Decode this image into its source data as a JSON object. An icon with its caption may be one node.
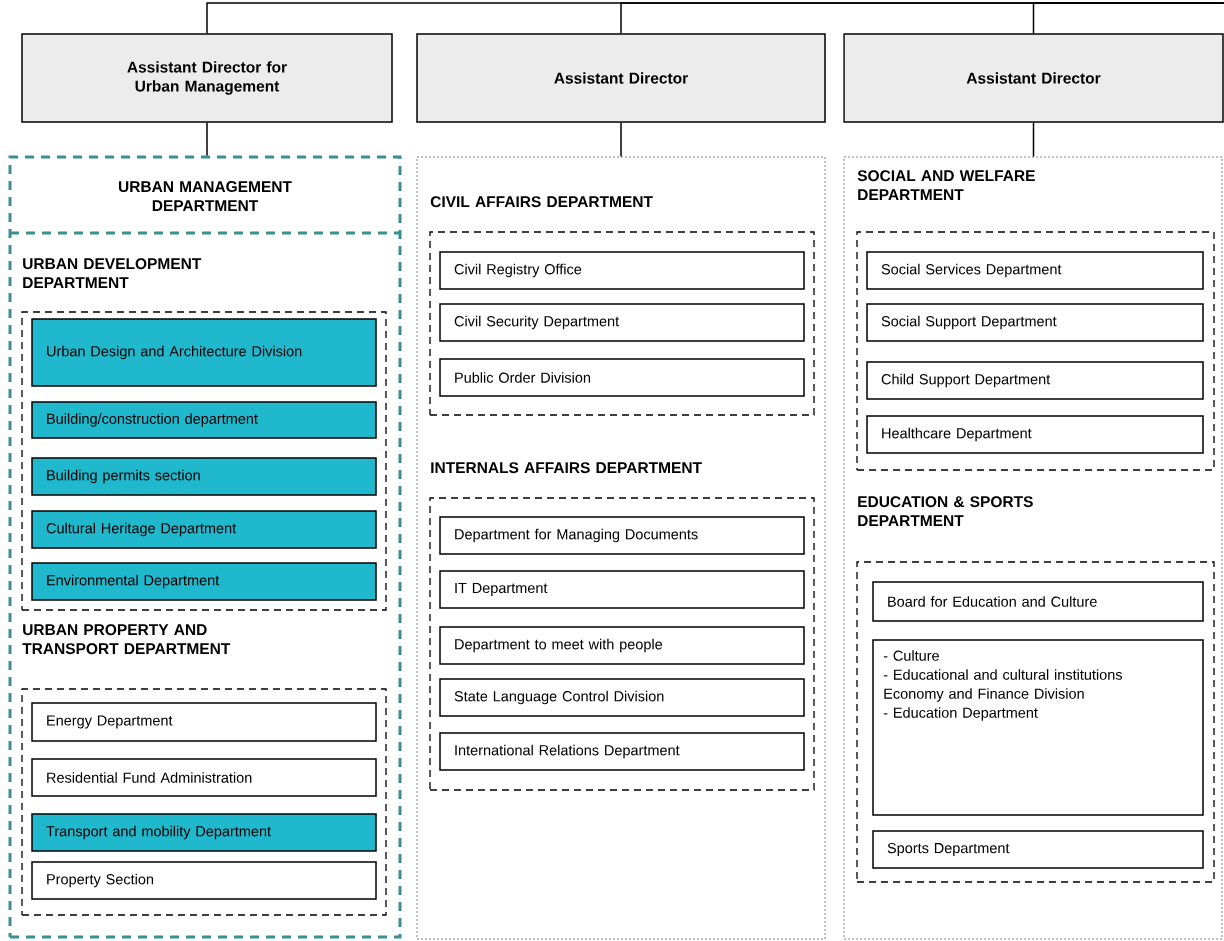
{
  "diagram": {
    "nodes": [
      {
        "text": [
          "Assistant Director for Urban Management"
        ]
      },
      {
        "text": [
          "Assistant Director"
        ]
      },
      {
        "text": [
          "Assistant Director"
        ]
      },
      {
        "text": [
          "URBAN MANAGEMENT DEPARTMENT"
        ]
      },
      {
        "text": [
          "URBAN DEVELOPMENT DEPARTMENT"
        ],
        "in": 3
      },
      {
        "text": [
          "Urban Design and Architecture Division"
        ],
        "in": 4
      },
      {
        "text": [
          "Building/construction department"
        ],
        "in": 4
      },
      {
        "text": [
          "Building permits section"
        ],
        "in": 4
      },
      {
        "text": [
          "Cultural Heritage Department"
        ],
        "in": 4
      },
      {
        "text": [
          "Environmental Department"
        ],
        "in": 4
      },
      {
        "text": [
          "URBAN PROPERTY AND TRANSPORT DEPARTMENT"
        ],
        "in": 3
      },
      {
        "text": [
          "Energy Department"
        ],
        "in": 10
      },
      {
        "text": [
          "Residential Fund Administration"
        ],
        "in": 10
      },
      {
        "text": [
          "Transport and mobility Department"
        ],
        "in": 10
      },
      {
        "text": [
          "Property Section"
        ],
        "in": 10
      },
      {
        "text": [],
        "shape": "box"
      },
      {
        "text": [
          "CIVIL AFFAIRS DEPARTMENT"
        ],
        "in": 15
      },
      {
        "text": [
          "Civil Registry Office"
        ],
        "in": 16
      },
      {
        "text": [
          "Civil Security Department"
        ],
        "in": 16
      },
      {
        "text": [
          "Public Order Division"
        ],
        "in": 16
      },
      {
        "text": [
          "INTERNALS AFFAIRS DEPARTMENT"
        ],
        "in": 15
      },
      {
        "text": [
          "Department for Managing Documents"
        ],
        "in": 20
      },
      {
        "text": [
          "IT Department"
        ],
        "in": 20
      },
      {
        "text": [
          "Department to meet with people"
        ],
        "in": 20
      },
      {
        "text": [
          "State Language Control Division"
        ],
        "in": 20
      },
      {
        "text": [
          "International Relations Department"
        ],
        "in": 20
      },
      {
        "text": [],
        "shape": "box"
      },
      {
        "text": [
          "SOCIAL AND WELFARE DEPARTMENT"
        ],
        "in": 26
      },
      {
        "text": [
          "Social Services Department"
        ],
        "in": 27
      },
      {
        "text": [
          "Social Support Department"
        ],
        "in": 27
      },
      {
        "text": [
          "Child Support Department"
        ],
        "in": 27
      },
      {
        "text": [
          "Healthcare Department"
        ],
        "in": 27
      },
      {
        "text": [
          "EDUCATION & SPORTS DEPARTMENT"
        ],
        "in": 26
      },
      {
        "text": [
          "Board for Education and Culture"
        ],
        "in": 32
      },
      {
        "text": [
          "- Culture",
          "- Educational and cultural institutions Economy and Finance Division",
          "- Education Department"
        ],
        "in": 32
      },
      {
        "text": [
          "Sports Department"
        ],
        "in": 32
      }
    ],
    "edges": [
      {
        "from": null,
        "to": 0,
        "arrow": "none"
      },
      {
        "from": null,
        "to": 1,
        "arrow": "none"
      },
      {
        "from": null,
        "to": 2,
        "arrow": "none"
      },
      {
        "from": 0,
        "to": 3,
        "arrow": "none"
      },
      {
        "from": 1,
        "to": 15,
        "arrow": "none"
      },
      {
        "from": 2,
        "to": 26,
        "arrow": "none"
      }
    ]
  }
}
